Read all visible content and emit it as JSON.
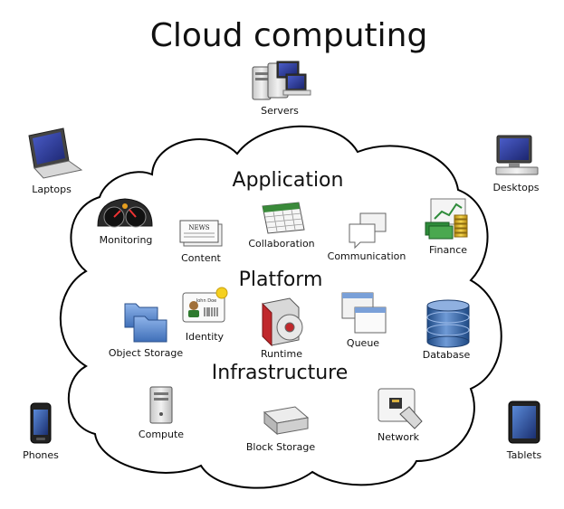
{
  "title": "Cloud computing",
  "layers": {
    "application": "Application",
    "platform": "Platform",
    "infrastructure": "Infrastructure"
  },
  "labels": {
    "servers": "Servers",
    "laptops": "Laptops",
    "desktops": "Desktops",
    "phones": "Phones",
    "tablets": "Tablets",
    "monitoring": "Monitoring",
    "content": "Content",
    "collaboration": "Collaboration",
    "communication": "Communication",
    "finance": "Finance",
    "identity": "Identity",
    "object_storage": "Object Storage",
    "runtime": "Runtime",
    "queue": "Queue",
    "database": "Database",
    "compute": "Compute",
    "block_storage": "Block Storage",
    "network": "Network"
  },
  "icon_text": {
    "news": "NEWS",
    "badge_name": "John Doe"
  },
  "colors": {
    "cloud_outline": "#000000",
    "folder_blue": "#3f78c4",
    "database_blue": "#2f5f9e",
    "runtime_red": "#c0282c",
    "finance_green": "#2e8b3a",
    "coin_gold": "#e0b020",
    "screen_blue": "#2c3c99"
  }
}
